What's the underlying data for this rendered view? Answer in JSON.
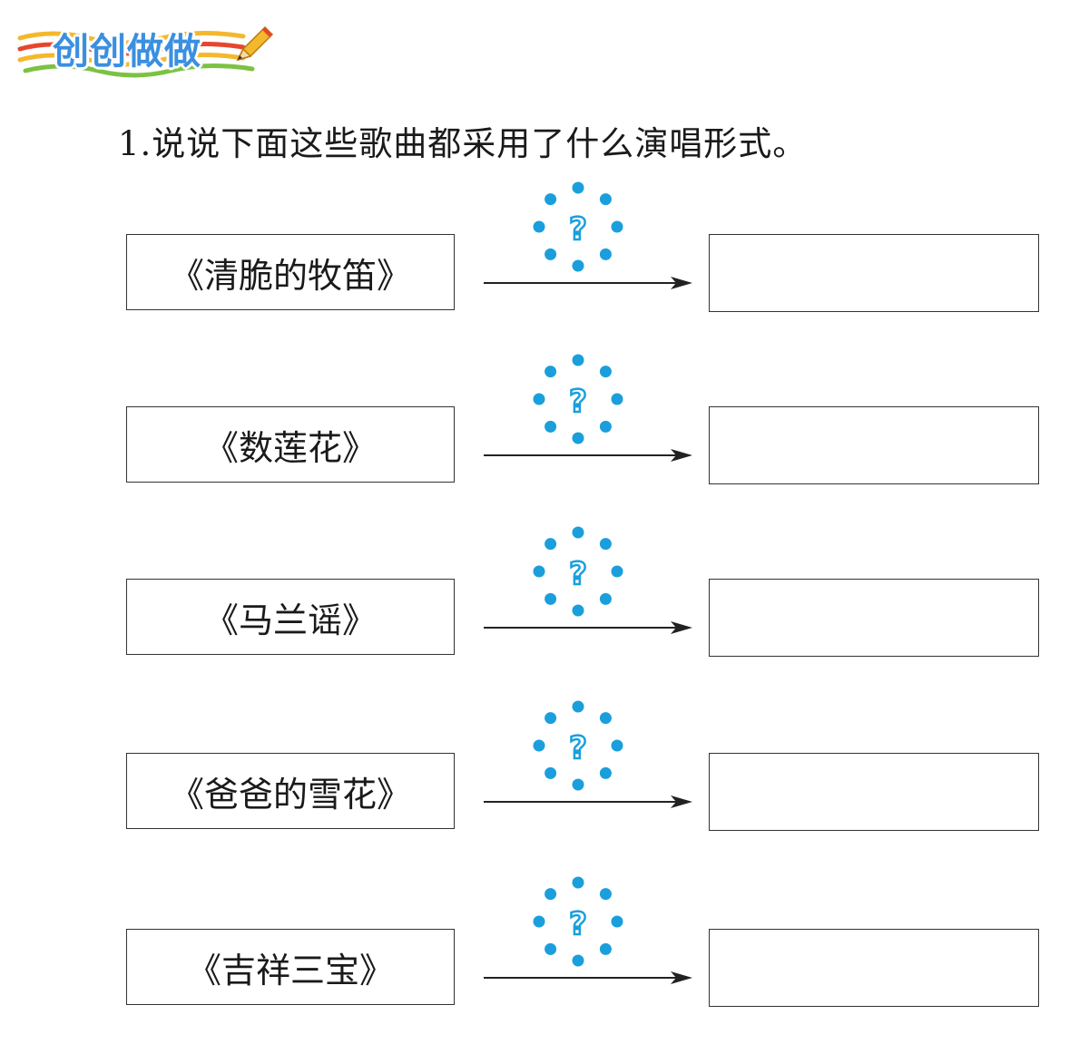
{
  "header": {
    "section_title": "创创做做"
  },
  "question": {
    "text": "1.说说下面这些歌曲都采用了什么演唱形式。"
  },
  "items": [
    {
      "song": "《清脆的牧笛》",
      "answer": ""
    },
    {
      "song": "《数莲花》",
      "answer": ""
    },
    {
      "song": "《马兰谣》",
      "answer": ""
    },
    {
      "song": "《爸爸的雪花》",
      "answer": ""
    },
    {
      "song": "《吉祥三宝》",
      "answer": ""
    }
  ],
  "hint_icon": {
    "symbol": "?",
    "icon": "question-dots-icon",
    "color": "#1a9fdc"
  }
}
